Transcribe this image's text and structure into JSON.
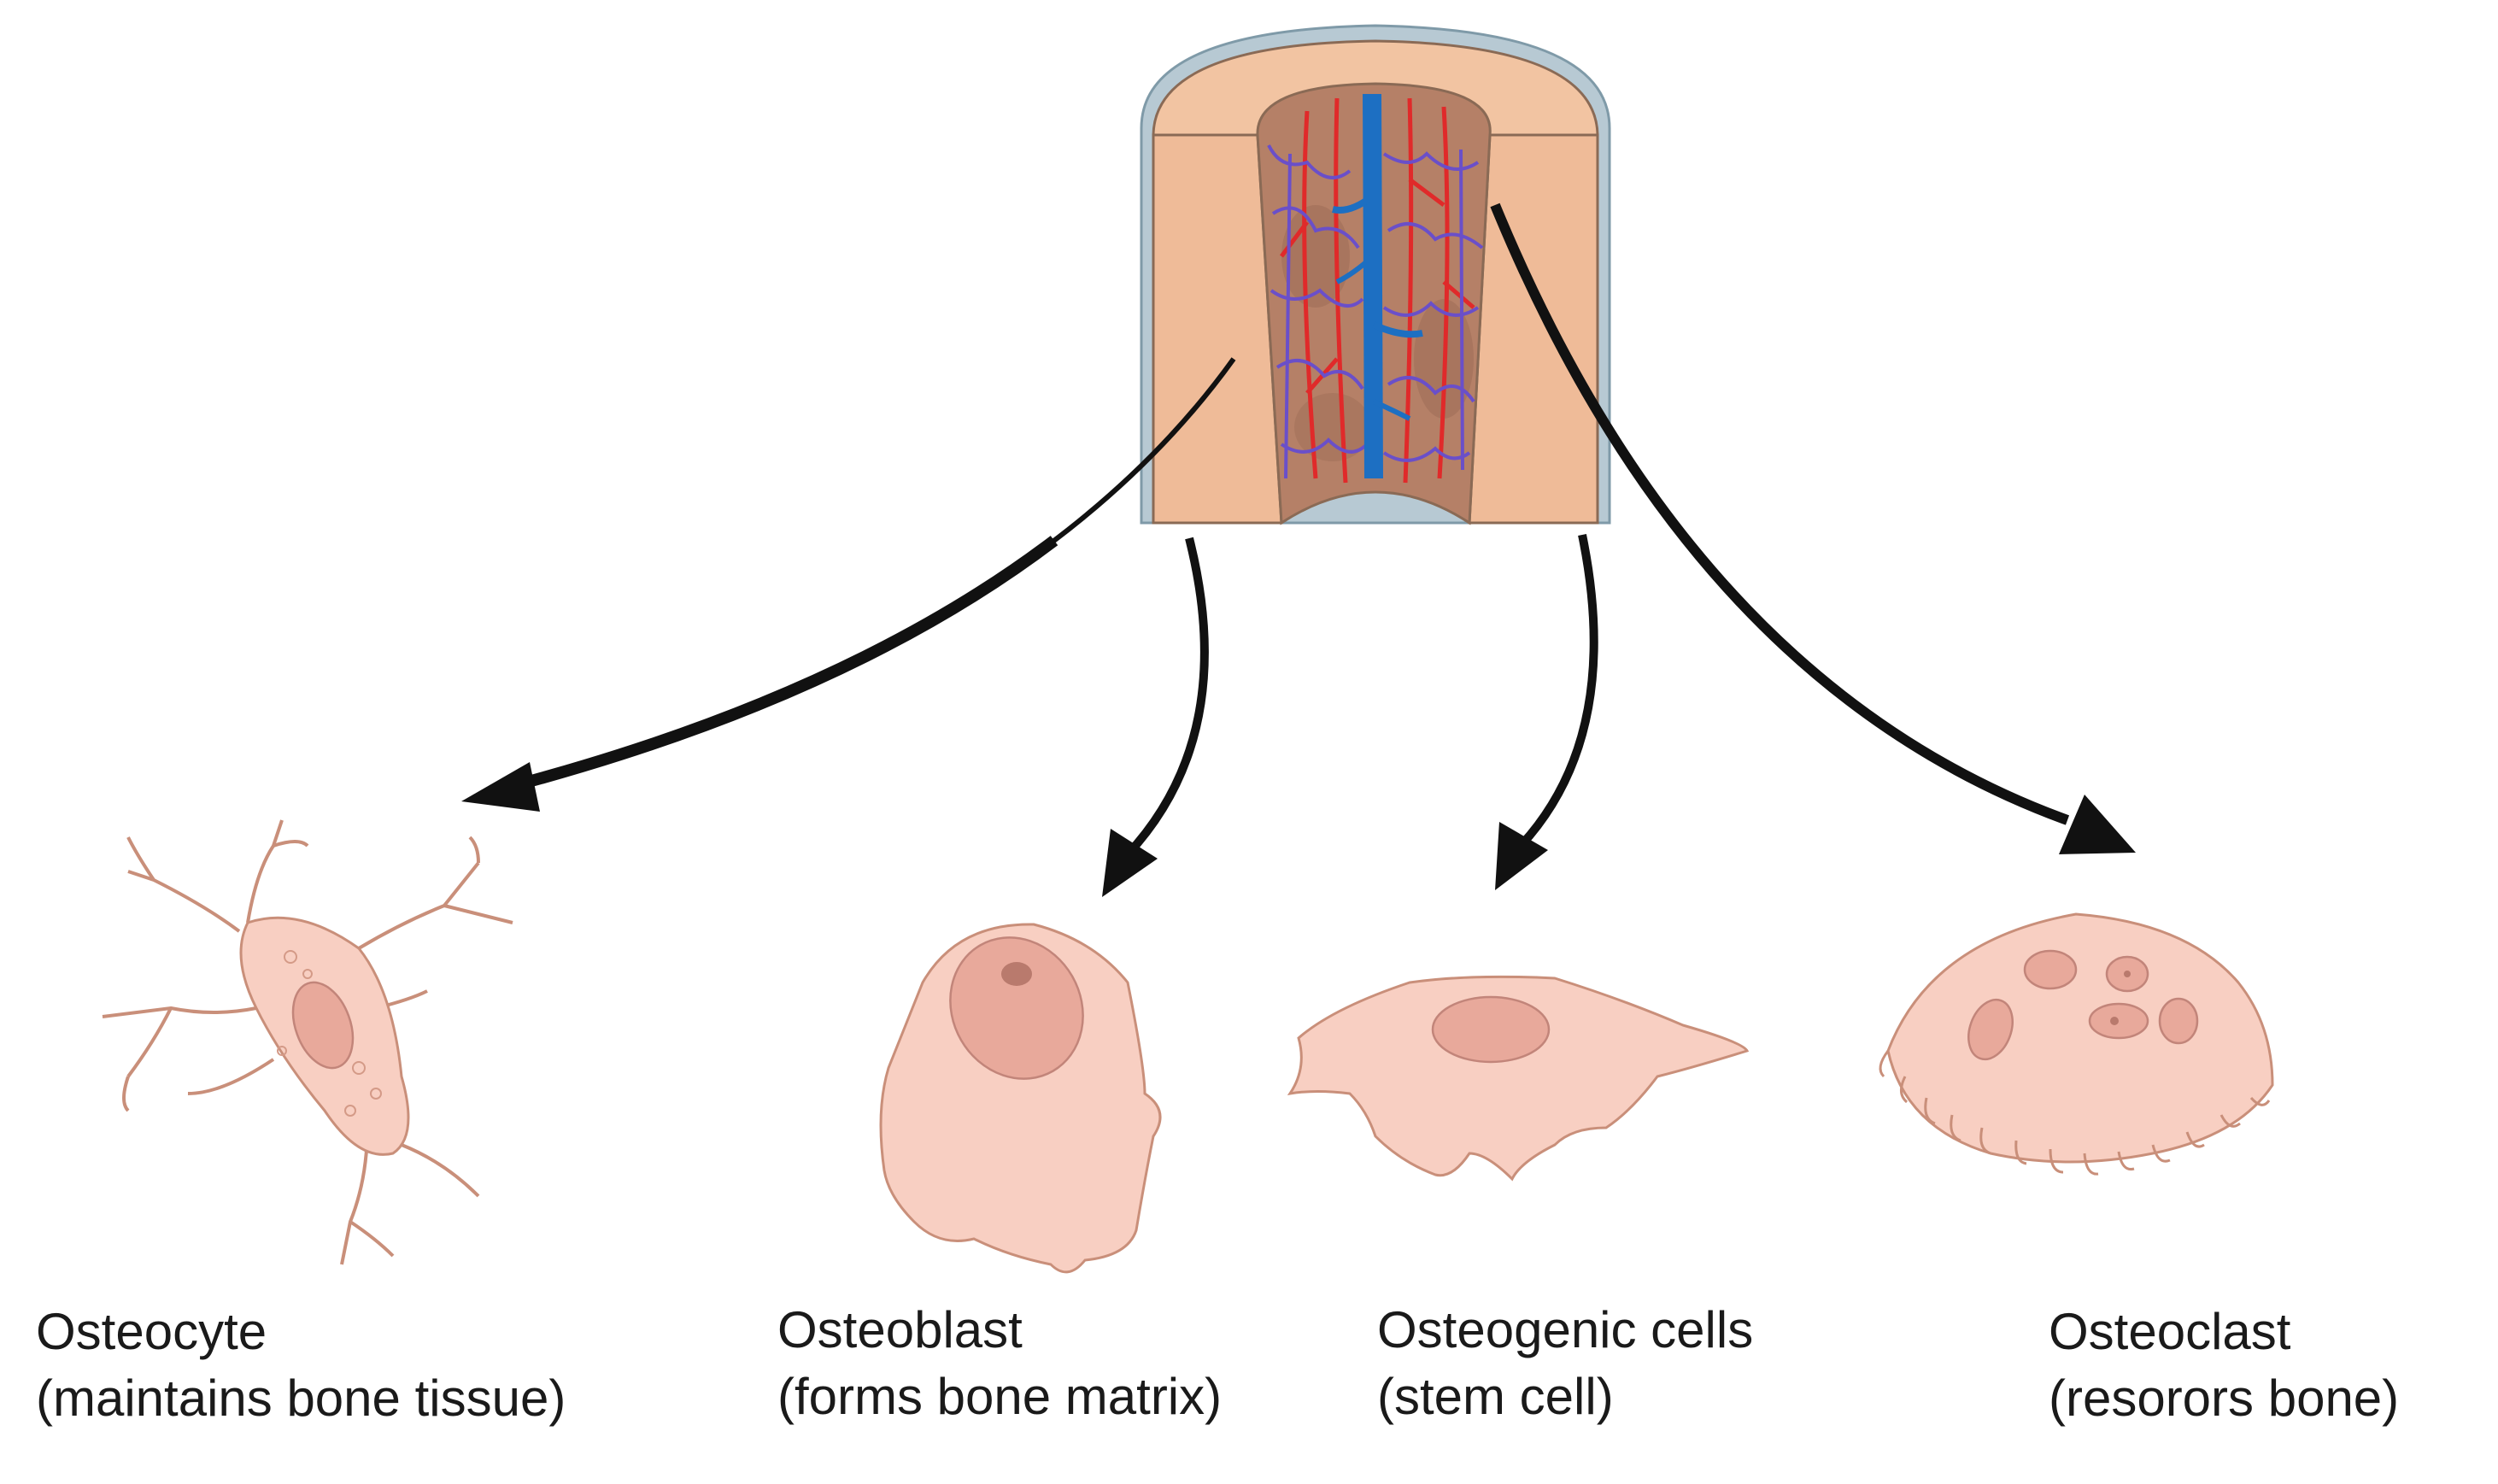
{
  "colors": {
    "background": "#ffffff",
    "bone_compact": "#f2c4a2",
    "bone_outline": "#8a6a55",
    "periosteum": "#b7c9d3",
    "marrow_cavity": "#b58067",
    "artery": "#e02a2a",
    "vein": "#1d6fc2",
    "capillary": "#6a4fc9",
    "cell_fill": "#f8cfc2",
    "nucleus_fill": "#e8a99b",
    "arrow": "#111111",
    "text": "#1a1a1a"
  },
  "bone": {
    "icon": "bone-cross-section-icon"
  },
  "cells": [
    {
      "id": "osteocyte",
      "icon": "osteocyte-icon",
      "name": "Osteocyte",
      "role": "(maintains bone tissue)"
    },
    {
      "id": "osteoblast",
      "icon": "osteoblast-icon",
      "name": "Osteoblast",
      "role": "(forms bone matrix)"
    },
    {
      "id": "osteogenic",
      "icon": "osteogenic-cell-icon",
      "name": "Osteogenic cells",
      "role": "(stem cell)"
    },
    {
      "id": "osteoclast",
      "icon": "osteoclast-icon",
      "name": "Osteoclast",
      "role": "(resorors bone)"
    }
  ]
}
